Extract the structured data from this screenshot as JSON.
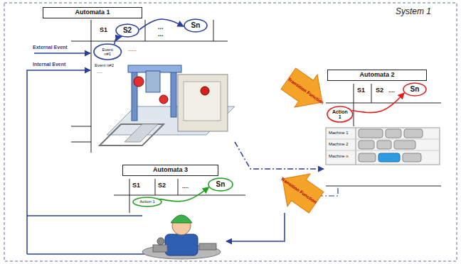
{
  "diagram": {
    "nodes": [
      {
        "text": [
          "Automata 1"
        ]
      },
      {
        "text": [
          "S2"
        ]
      },
      {
        "text": [
          "Sn"
        ]
      },
      {
        "text": [
          "Event n#1"
        ]
      },
      {
        "text": [
          "Automata 2"
        ]
      },
      {
        "text": [
          "Sn"
        ]
      },
      {
        "text": [
          "Action 1"
        ]
      },
      {
        "text": [
          "Automata 3"
        ]
      },
      {
        "text": [
          "Sn"
        ]
      },
      {
        "text": [
          "Action 1"
        ]
      }
    ],
    "edges": [
      {
        "from": 3,
        "to": 1,
        "arrow": "to"
      },
      {
        "from": 1,
        "to": 2,
        "arrow": "to"
      },
      {
        "from": 6,
        "to": 5,
        "arrow": "to"
      },
      {
        "from": 9,
        "to": 8,
        "arrow": "to"
      }
    ],
    "labels": [
      "System 1",
      "S1",
      "...",
      "...",
      "External Event",
      "Internal Event",
      "......",
      "Event n#2",
      ".....",
      "S1",
      "S2",
      "....",
      "Machine 1",
      "Machine 2",
      "Machine n",
      "S1",
      "S2",
      "....",
      "Transition Function",
      "Transition Function"
    ]
  }
}
